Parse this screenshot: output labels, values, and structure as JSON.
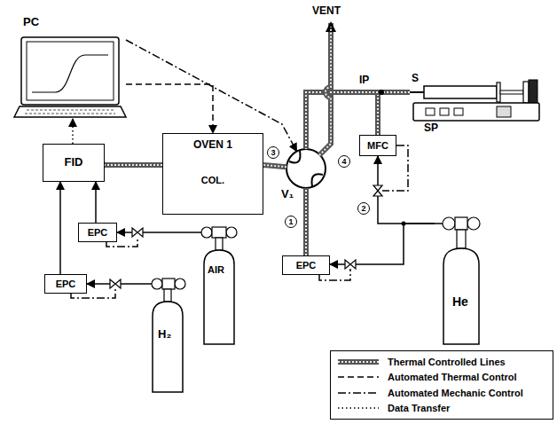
{
  "diagram": {
    "nodes": [
      {
        "text": [
          "PC"
        ]
      },
      {
        "text": [
          "OVEN 1",
          "COL."
        ]
      },
      {
        "text": [
          "FID"
        ]
      },
      {
        "text": [
          "V₁"
        ]
      },
      {
        "text": [
          "S",
          "SP"
        ]
      },
      {
        "text": [
          "MFC"
        ]
      },
      {
        "text": [
          "EPC"
        ]
      },
      {
        "text": [
          "EPC"
        ]
      },
      {
        "text": [
          "EPC"
        ]
      },
      {
        "text": [
          "AIR"
        ]
      },
      {
        "text": [
          "H₂"
        ]
      },
      {
        "text": [
          "He"
        ]
      }
    ],
    "edges": [
      {
        "from": 2,
        "to": 0,
        "arrow": "to"
      },
      {
        "from": 0,
        "to": 1,
        "arrow": "to"
      },
      {
        "from": 0,
        "to": 3,
        "arrow": "to"
      },
      {
        "from": 1,
        "to": 2,
        "arrow": "none"
      },
      {
        "from": 3,
        "to": 1,
        "arrow": "none"
      },
      {
        "from": 9,
        "to": 6,
        "arrow": "to"
      },
      {
        "from": 10,
        "to": 7,
        "arrow": "to"
      },
      {
        "from": 6,
        "to": 2,
        "arrow": "to"
      },
      {
        "from": 7,
        "to": 2,
        "arrow": "to"
      },
      {
        "from": 11,
        "to": 8,
        "arrow": "to"
      },
      {
        "from": 11,
        "to": 5,
        "arrow": "to"
      },
      {
        "from": 8,
        "to": 3,
        "arrow": "none"
      },
      {
        "from": 5,
        "to": 3,
        "arrow": "none"
      },
      {
        "from": 4,
        "to": 3,
        "arrow": "none"
      }
    ],
    "labels": [
      "VENT",
      "IP",
      "1",
      "2",
      "3",
      "4"
    ],
    "legend": [
      {
        "text": "Thermal Controlled Lines"
      },
      {
        "text": "Automated Thermal Control"
      },
      {
        "text": "Automated Mechanic Control"
      },
      {
        "text": "Data Transfer"
      }
    ]
  }
}
